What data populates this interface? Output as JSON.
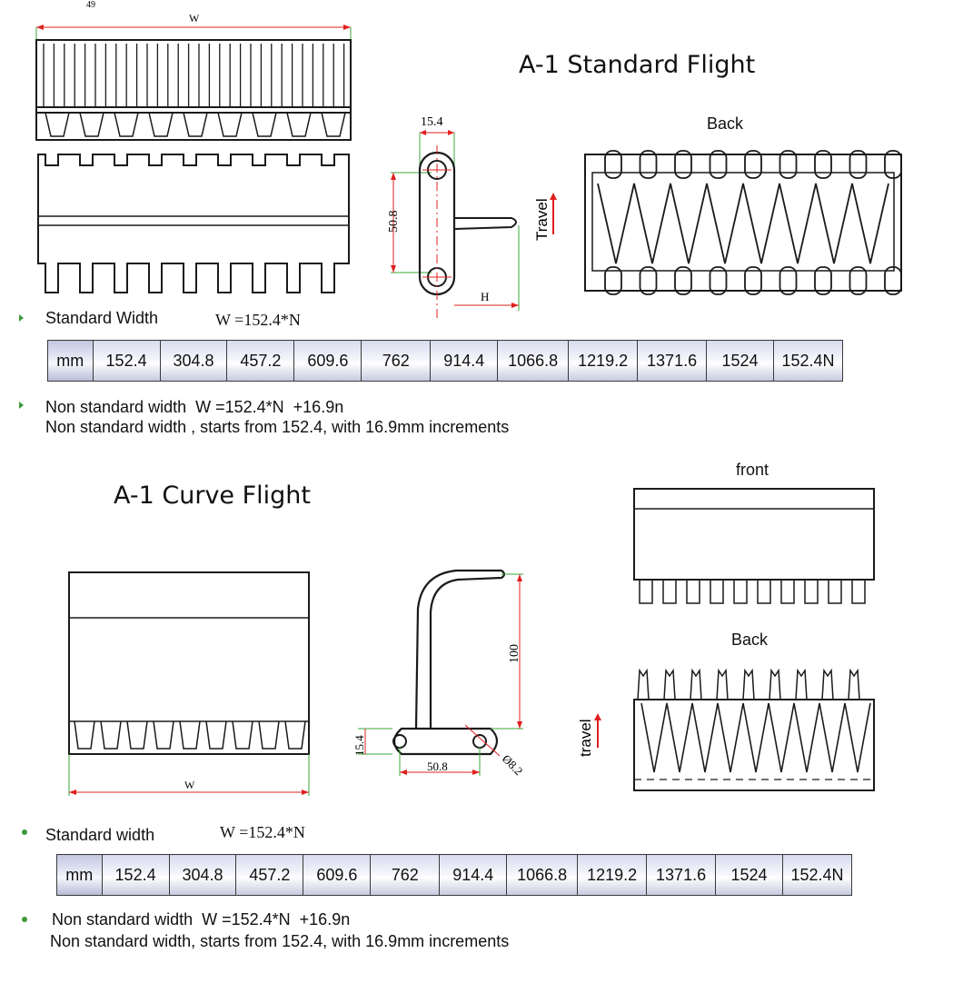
{
  "section_a1_standard": {
    "title": "A-1 Standard Flight",
    "back_label": "Back",
    "travel_label": "Travel",
    "dim_top": "W",
    "dim_top_extra": "49",
    "dim_width": "15.4",
    "dim_height": "50.8",
    "dim_h": "H",
    "standard_width_label": "Standard Width",
    "standard_width_formula": "W =152.4*N",
    "table": [
      "mm",
      "152.4",
      "304.8",
      "457.2",
      "609.6",
      "762",
      "914.4",
      "1066.8",
      "1219.2",
      "1371.6",
      "1524",
      "152.4N"
    ],
    "non_standard_formula_label": "Non standard width",
    "non_standard_formula": "W =152.4*N  +16.9n",
    "non_standard_note": "Non standard width , starts from 152.4, with 16.9mm increments"
  },
  "section_a1_curve": {
    "title": "A-1 Curve Flight",
    "front_label": "front",
    "back_label": "Back",
    "travel_label": "travel",
    "dim_bottom": "W",
    "dim_height": "100",
    "dim_base": "50.8",
    "dim_thickness": "15.4",
    "dim_hole": "Ø8.2",
    "standard_width_label": "Standard width",
    "standard_width_formula": "W =152.4*N",
    "table": [
      "mm",
      "152.4",
      "304.8",
      "457.2",
      "609.6",
      "762",
      "914.4",
      "1066.8",
      "1219.2",
      "1371.6",
      "1524",
      "152.4N"
    ],
    "non_standard_formula_label": "Non standard width",
    "non_standard_formula": "W =152.4*N  +16.9n",
    "non_standard_note": "Non standard width, starts from 152.4, with 16.9mm increments"
  },
  "colors": {
    "drawing": "#1a1a1a",
    "dimension_red": "#e02020",
    "extension_green": "#3aa83a",
    "bullet": "#3c9a3c"
  }
}
